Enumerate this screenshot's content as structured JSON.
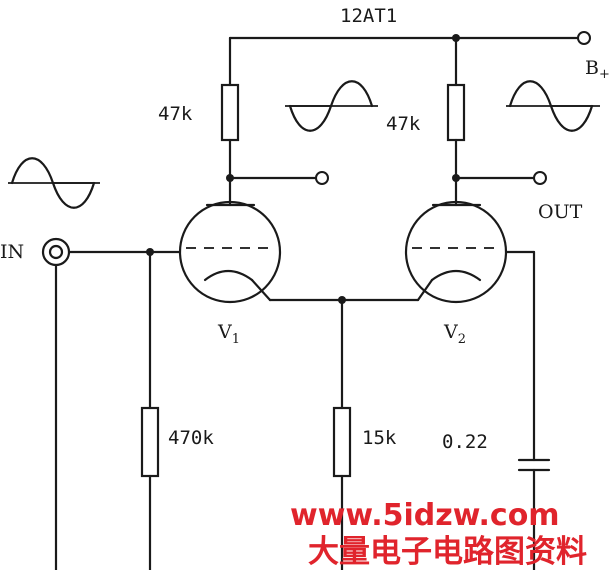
{
  "labels": {
    "tube_type": "12AT1",
    "supply": "B",
    "supply_sub": "+",
    "input": "IN",
    "output": "OUT",
    "v1": "V",
    "v1_sub": "1",
    "v2": "V",
    "v2_sub": "2",
    "r_plate1": "47k",
    "r_plate2": "47k",
    "r_grid": "470k",
    "r_cathode": "15k",
    "c_out": "0.22"
  },
  "watermark": {
    "site": "www.5idzw.com",
    "title": "大量电子电路图资料"
  },
  "colors": {
    "line": "#1a1a1a",
    "watermark": "#e0242c"
  }
}
